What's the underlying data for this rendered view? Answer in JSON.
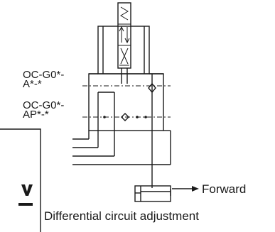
{
  "labels": {
    "model_a_line1": "OC-G0*-",
    "model_a_line2": "A*-*",
    "model_ap_line1": "OC-G0*-",
    "model_ap_line2": "AP*-*",
    "forward": "Forward",
    "caption": "Differential circuit adjustment"
  },
  "colors": {
    "line": "#1a1a1a",
    "background": "#ffffff"
  }
}
